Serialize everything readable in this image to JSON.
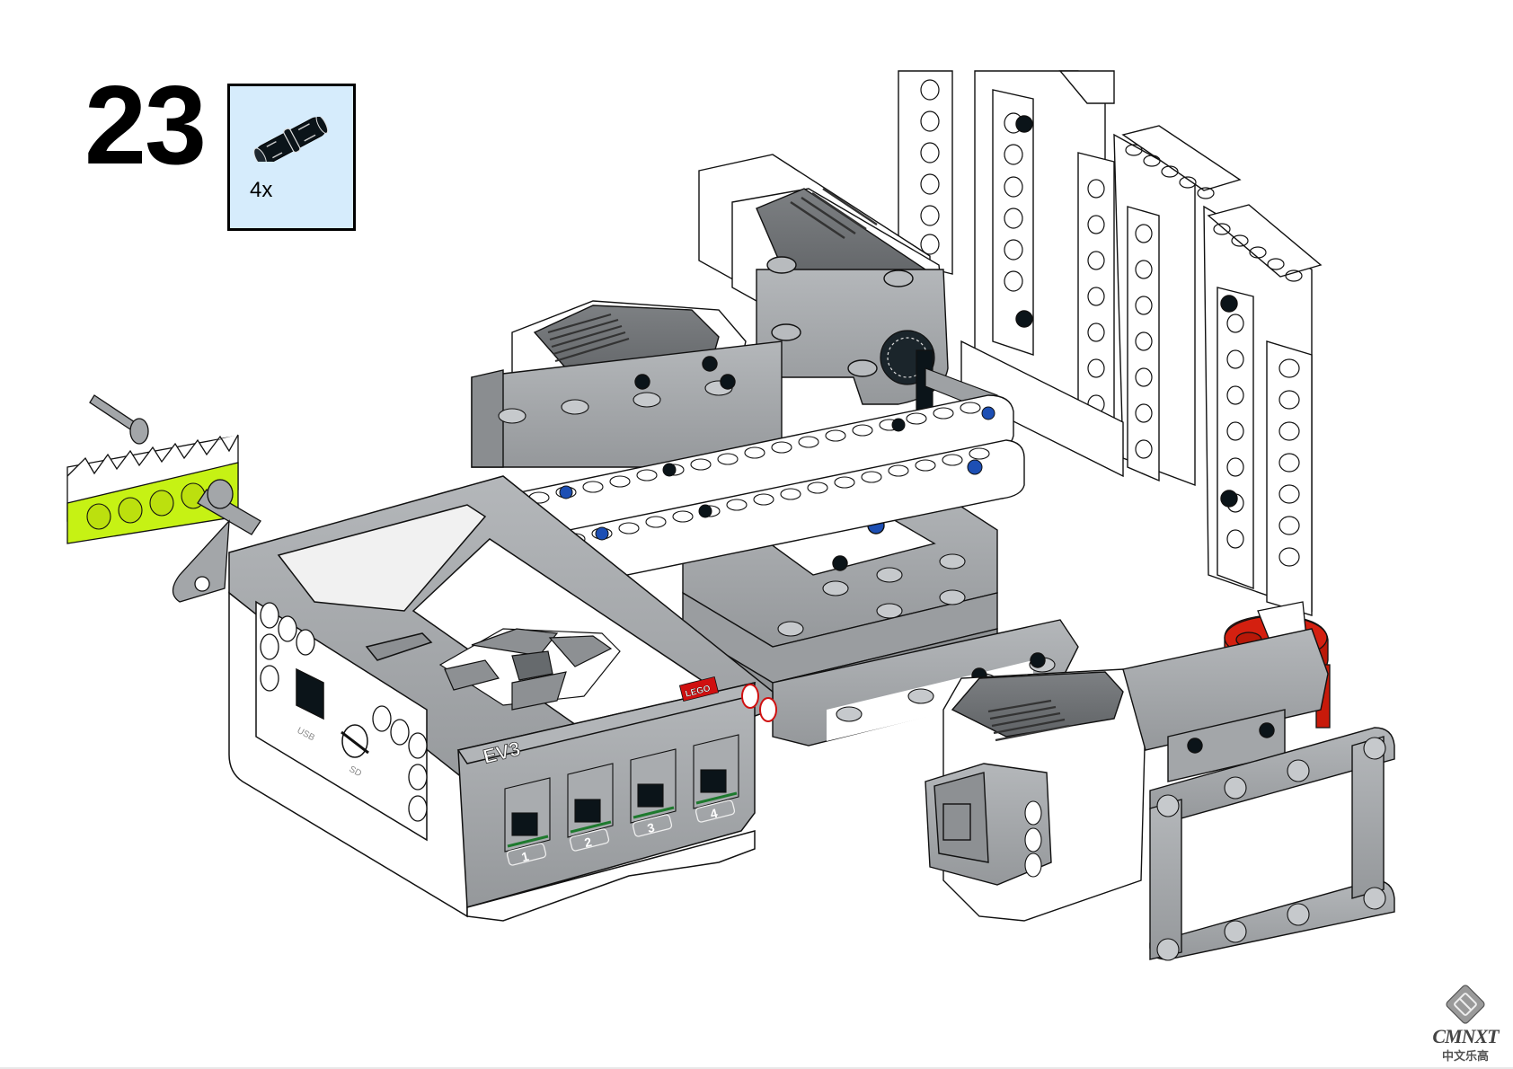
{
  "step": {
    "number": "23"
  },
  "parts_callout": {
    "quantity": "4x",
    "part_icon": "technic-pin-connector-black",
    "background_color": "#d6ecfc"
  },
  "ev3_brick": {
    "model_label": "EV3",
    "brand_label": "LEGO",
    "usb_label": "USB",
    "sd_label": "SD",
    "ports": [
      "1",
      "2",
      "3",
      "4"
    ]
  },
  "watermark": {
    "brand": "CMNXT",
    "subtitle": "中文乐高"
  },
  "colors": {
    "light_gray": "#a3a6a9",
    "dark_gray": "#6c6e71",
    "white_part": "#ffffff",
    "lime": "#c6f214",
    "red": "#d42010",
    "blue": "#1d4fb4",
    "black": "#0b1419"
  }
}
